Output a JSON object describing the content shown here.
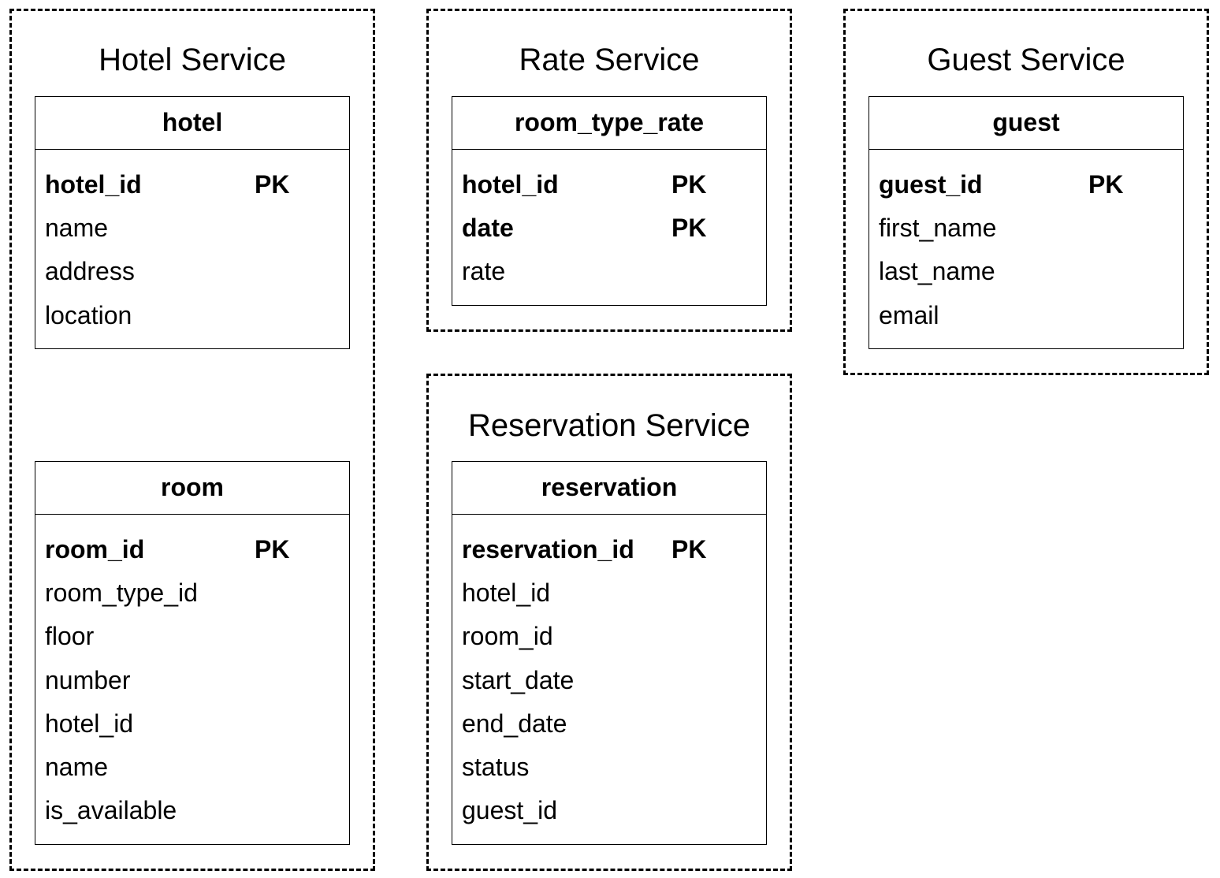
{
  "services": {
    "hotel": {
      "title": "Hotel Service",
      "tables": {
        "hotel": {
          "name": "hotel",
          "columns": [
            {
              "name": "hotel_id",
              "key": "PK"
            },
            {
              "name": "name",
              "key": ""
            },
            {
              "name": "address",
              "key": ""
            },
            {
              "name": "location",
              "key": ""
            }
          ]
        },
        "room": {
          "name": "room",
          "columns": [
            {
              "name": "room_id",
              "key": "PK"
            },
            {
              "name": "room_type_id",
              "key": ""
            },
            {
              "name": "floor",
              "key": ""
            },
            {
              "name": "number",
              "key": ""
            },
            {
              "name": "hotel_id",
              "key": ""
            },
            {
              "name": "name",
              "key": ""
            },
            {
              "name": "is_available",
              "key": ""
            }
          ]
        }
      }
    },
    "rate": {
      "title": "Rate Service",
      "tables": {
        "room_type_rate": {
          "name": "room_type_rate",
          "columns": [
            {
              "name": "hotel_id",
              "key": "PK"
            },
            {
              "name": "date",
              "key": "PK"
            },
            {
              "name": "rate",
              "key": ""
            }
          ]
        }
      }
    },
    "reservation": {
      "title": "Reservation Service",
      "tables": {
        "reservation": {
          "name": "reservation",
          "columns": [
            {
              "name": "reservation_id",
              "key": "PK"
            },
            {
              "name": "hotel_id",
              "key": ""
            },
            {
              "name": "room_id",
              "key": ""
            },
            {
              "name": "start_date",
              "key": ""
            },
            {
              "name": "end_date",
              "key": ""
            },
            {
              "name": "status",
              "key": ""
            },
            {
              "name": "guest_id",
              "key": ""
            }
          ]
        }
      }
    },
    "guest": {
      "title": "Guest Service",
      "tables": {
        "guest": {
          "name": "guest",
          "columns": [
            {
              "name": "guest_id",
              "key": "PK"
            },
            {
              "name": "first_name",
              "key": ""
            },
            {
              "name": "last_name",
              "key": ""
            },
            {
              "name": "email",
              "key": ""
            }
          ]
        }
      }
    }
  }
}
